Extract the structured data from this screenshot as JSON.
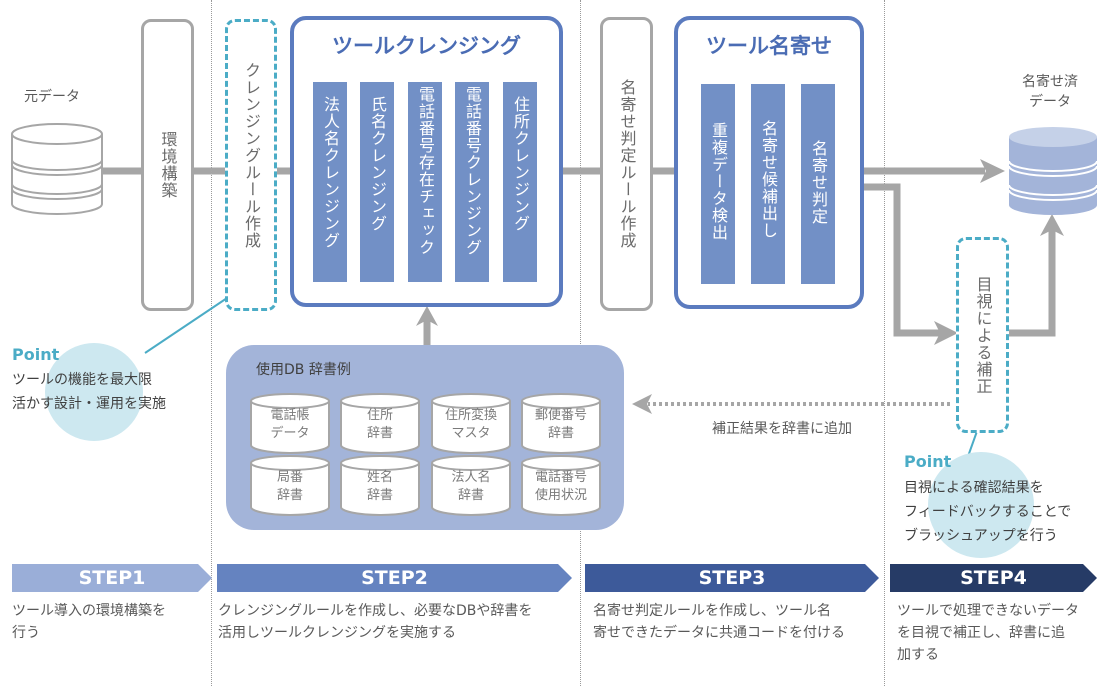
{
  "source_data": {
    "label": "元データ"
  },
  "step1_box": {
    "label": "環境構築"
  },
  "cleansing_rule_box": {
    "label": "クレンジングルール作成"
  },
  "tool_cleansing": {
    "title": "ツールクレンジング",
    "items": [
      "法人名クレンジング",
      "氏名クレンジング",
      "電話番号存在チェック",
      "電話番号クレンジング",
      "住所クレンジング"
    ]
  },
  "matching_rule_box": {
    "label": "名寄せ判定ルール作成"
  },
  "tool_matching": {
    "title": "ツール名寄せ",
    "items": [
      "重複データ検出",
      "名寄せ候補出し",
      "名寄せ判定"
    ]
  },
  "merged_data": {
    "label_line1": "名寄せ済",
    "label_line2": "データ"
  },
  "visual_correction_box": {
    "label": "目視による補正"
  },
  "dictionary": {
    "title": "使用DB 辞書例",
    "items": [
      [
        "電話帳",
        "データ"
      ],
      [
        "住所",
        "辞書"
      ],
      [
        "住所変換",
        "マスタ"
      ],
      [
        "郵便番号",
        "辞書"
      ],
      [
        "局番",
        "辞書"
      ],
      [
        "姓名",
        "辞書"
      ],
      [
        "法人名",
        "辞書"
      ],
      [
        "電話番号",
        "使用状況"
      ]
    ]
  },
  "feedback_arrow": {
    "label": "補正結果を辞書に追加"
  },
  "point1": {
    "heading": "Point",
    "lines": [
      "ツールの機能を最大限",
      "活かす設計・運用を実施"
    ]
  },
  "point2": {
    "heading": "Point",
    "lines": [
      "目視による確認結果を",
      "フィードバックすることで",
      "ブラッシュアップを行う"
    ]
  },
  "steps": [
    {
      "label": "STEP1",
      "color": "#9aaed8",
      "desc": [
        "ツール導入の環境構築を",
        "行う"
      ]
    },
    {
      "label": "STEP2",
      "color": "#6583c0",
      "desc": [
        "クレンジングルールを作成し、必要なDBや辞書を",
        "活用しツールクレンジングを実施する"
      ]
    },
    {
      "label": "STEP3",
      "color": "#3d5a9a",
      "desc": [
        "名寄せ判定ルールを作成し、ツール名",
        "寄せできたデータに共通コードを付ける"
      ]
    },
    {
      "label": "STEP4",
      "color": "#263b66",
      "desc": [
        "ツールで処理できないデータ",
        "を目視で補正し、辞書に追",
        "加する"
      ]
    }
  ],
  "colors": {
    "tool_border": "#5b7bbf",
    "tool_column": "#7290c6",
    "dashed": "#4bacc6",
    "connector": "#a6a6a6",
    "point_circle": "#cde8f0",
    "dict_panel": "#a3b4d9",
    "merged_db": "#a3b4d9"
  }
}
